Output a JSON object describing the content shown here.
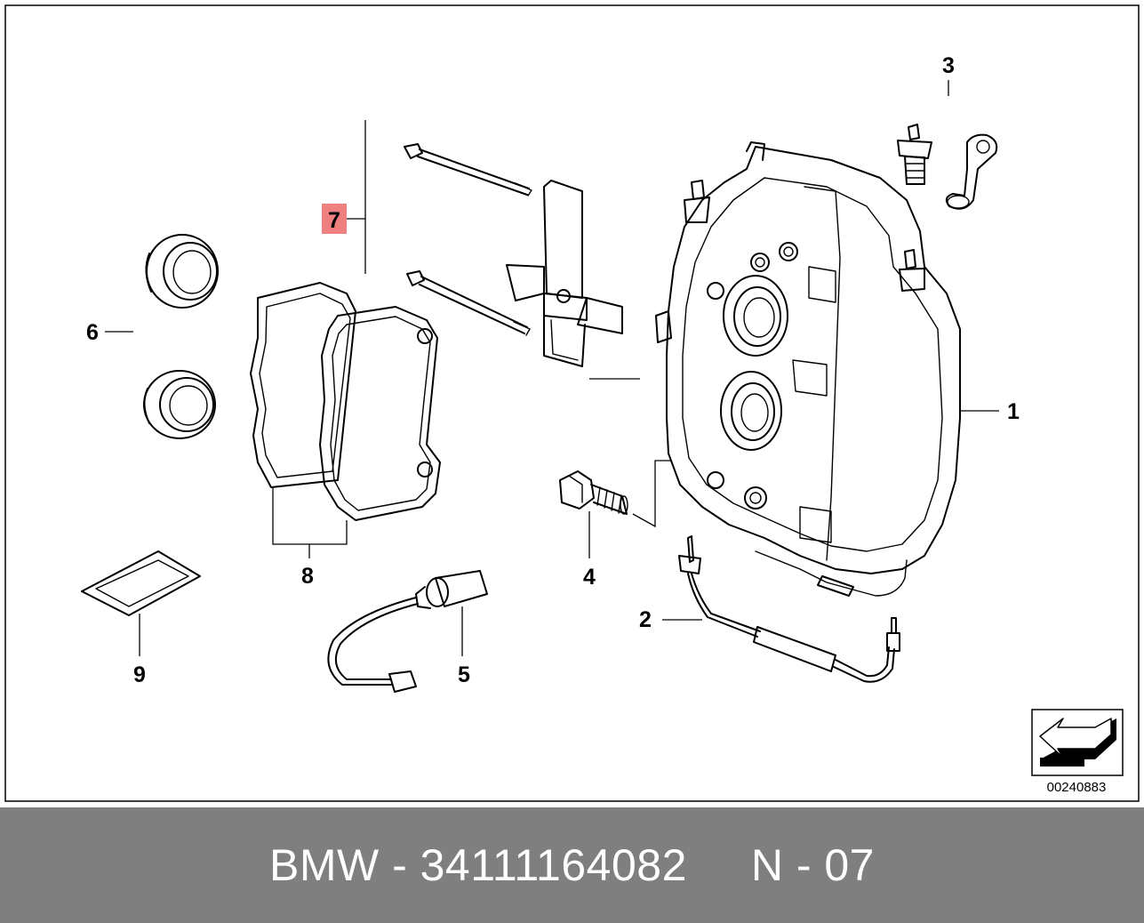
{
  "diagram": {
    "callouts": {
      "c1": "1",
      "c2": "2",
      "c3": "3",
      "c4": "4",
      "c5": "5",
      "c6": "6",
      "c7": "7",
      "c8": "8",
      "c9": "9"
    },
    "highlight_color": "#f08080",
    "doc_number": "00240883"
  },
  "footer": {
    "text": "BMW - 34111164082     N - 07",
    "background": "#7f7f7f"
  }
}
